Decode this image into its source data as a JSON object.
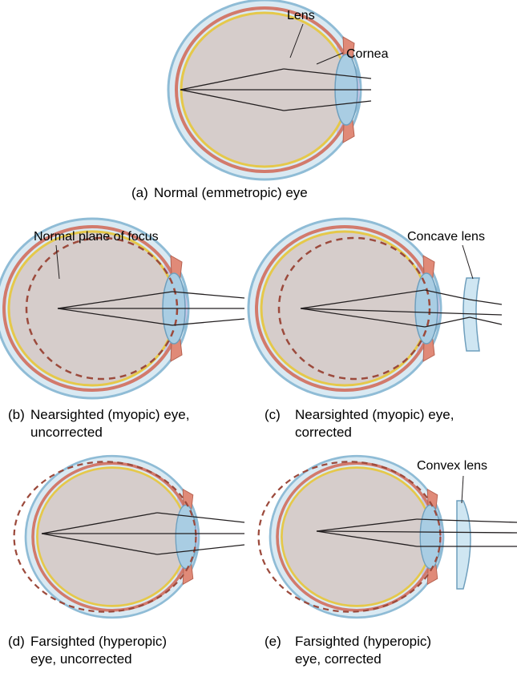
{
  "labels": {
    "lens": "Lens",
    "cornea": "Cornea",
    "normal_plane": "Normal plane of focus",
    "concave_lens": "Concave lens",
    "convex_lens": "Convex lens"
  },
  "captions": {
    "a": {
      "letter": "(a)",
      "line1": "Normal (emmetropic) eye"
    },
    "b": {
      "letter": "(b)",
      "line1": "Nearsighted (myopic) eye,",
      "line2": "uncorrected"
    },
    "c": {
      "letter": "(c)",
      "line1": "Nearsighted (myopic) eye,",
      "line2": "corrected"
    },
    "d": {
      "letter": "(d)",
      "line1": "Farsighted (hyperopic)",
      "line2": "eye, uncorrected"
    },
    "e": {
      "letter": "(e)",
      "line1": "Farsighted (hyperopic)",
      "line2": "eye, corrected"
    }
  },
  "colors": {
    "sclera_outer": "#8fbcd6",
    "sclera_fill": "#d9e9f2",
    "choroid": "#d27a6c",
    "retina": "#e5c84a",
    "vitreous": "#d6cdcb",
    "lens": "#a9cde3",
    "cornea": "#c7c6e6",
    "optic_nerve": "#f1d21c",
    "focal_plane": "#9c4a3c",
    "corrective_lens": "#cfe6f2"
  }
}
